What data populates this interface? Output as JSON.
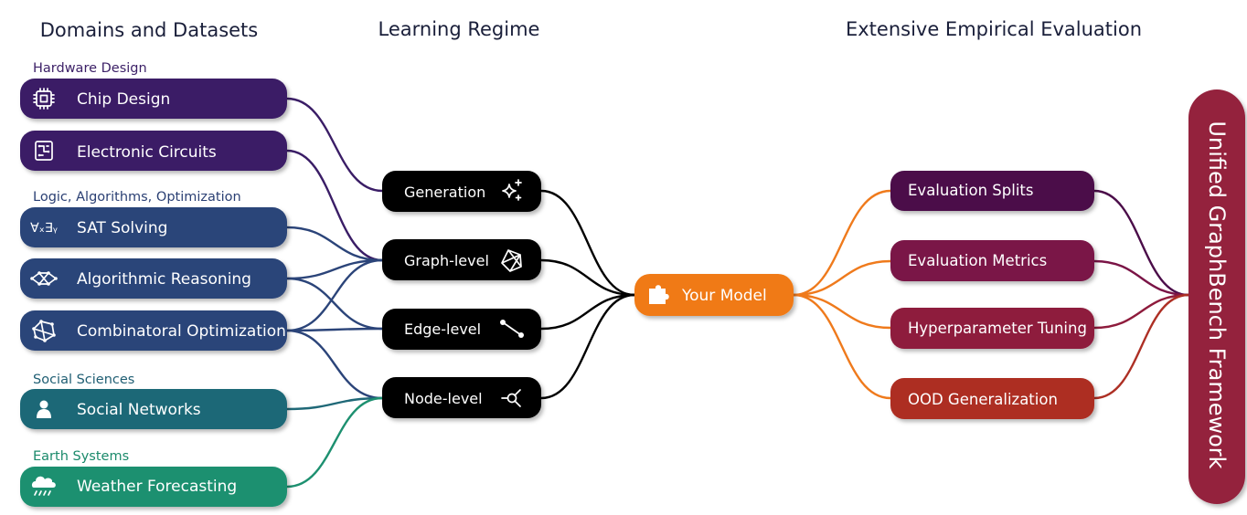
{
  "columns": {
    "domains": "Domains and Datasets",
    "regime": "Learning Regime",
    "evaluation": "Extensive Empirical Evaluation"
  },
  "groups": [
    {
      "label": "Hardware Design",
      "color": "#3b1f66"
    },
    {
      "label": "Logic, Algorithms, Optimization",
      "color": "#2a3f73"
    },
    {
      "label": "Social Sciences",
      "color": "#1f5e73"
    },
    {
      "label": "Earth Systems",
      "color": "#1b8a6b"
    }
  ],
  "domains": [
    {
      "label": "Chip Design",
      "icon": "chip-icon",
      "color": "#3a1d66"
    },
    {
      "label": "Electronic Circuits",
      "icon": "circuit-icon",
      "color": "#3a1d66"
    },
    {
      "label": "SAT Solving",
      "icon": "logic-quantifier-icon",
      "color": "#2b4479"
    },
    {
      "label": "Algorithmic Reasoning",
      "icon": "algorithm-graph-icon",
      "color": "#2b4479"
    },
    {
      "label": "Combinatoral Optimization",
      "icon": "graph-network-icon",
      "color": "#2b4479"
    },
    {
      "label": "Social Networks",
      "icon": "person-icon",
      "color": "#1f6877"
    },
    {
      "label": "Weather Forecasting",
      "icon": "rain-cloud-icon",
      "color": "#1d9070"
    }
  ],
  "tasks": [
    {
      "label": "Generation",
      "icon": "sparkles-icon"
    },
    {
      "label": "Graph-level",
      "icon": "graph-icon"
    },
    {
      "label": "Edge-level",
      "icon": "edge-icon"
    },
    {
      "label": "Node-level",
      "icon": "node-icon"
    }
  ],
  "model": {
    "label": "Your Model",
    "icon": "puzzle-icon",
    "color": "#f07a12"
  },
  "evaluations": [
    {
      "label": "Evaluation Splits",
      "color": "#4b0d49"
    },
    {
      "label": "Evaluation Metrics",
      "color": "#7a1446"
    },
    {
      "label": "Hyperparameter Tuning",
      "color": "#8e1b3c"
    },
    {
      "label": "OOD Generalization",
      "color": "#ad2f24"
    }
  ],
  "framework": {
    "label": "Unified GraphBench Framework",
    "color": "#94203c"
  },
  "colors": {
    "task_fill": "#000000",
    "task_link": "#000000",
    "model_link": "#ef7a1c"
  }
}
